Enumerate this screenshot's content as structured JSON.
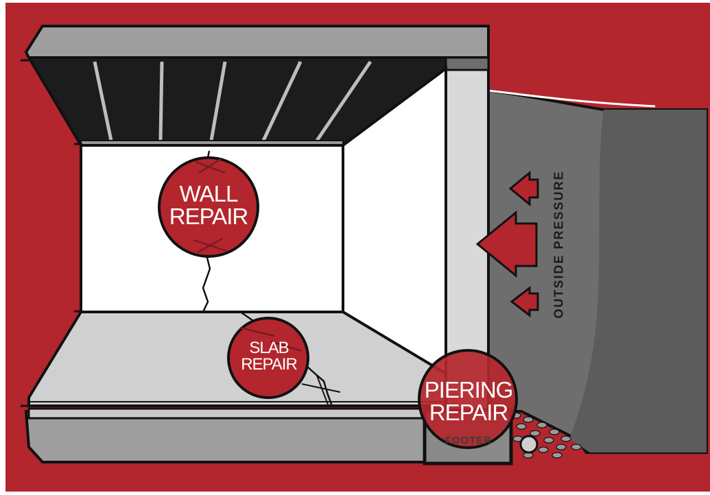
{
  "colors": {
    "background_red": "#b3262d",
    "repair_circle": "#b3262d",
    "outline": "#111111",
    "soil": "#6b6b6b",
    "wall_white": "#ffffff"
  },
  "labels": {
    "wall_repair": [
      "WALL",
      "REPAIR"
    ],
    "slab_repair": [
      "SLAB",
      "REPAIR"
    ],
    "piering_repair": [
      "PIERING",
      "REPAIR"
    ],
    "footer": "FOOTER",
    "outside_pressure": "OUTSIDE PRESSURE"
  },
  "icons": [
    "crack-line",
    "staple-mark",
    "pressure-arrow"
  ]
}
